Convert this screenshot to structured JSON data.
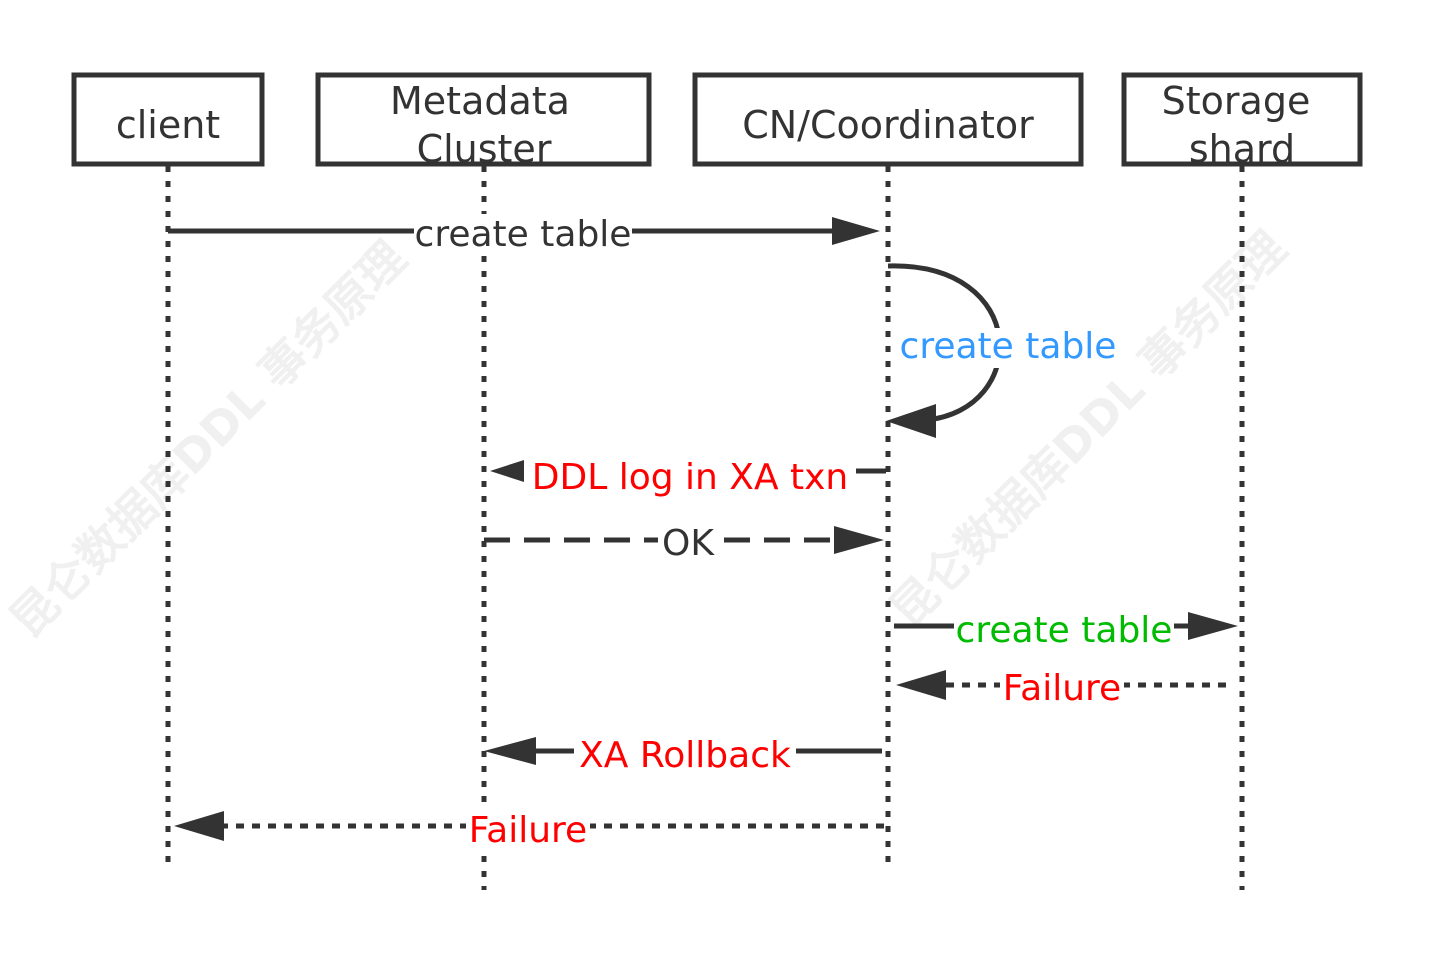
{
  "participants": [
    {
      "id": "client",
      "lines": [
        "client"
      ]
    },
    {
      "id": "meta",
      "lines": [
        "Metadata",
        "Cluster"
      ]
    },
    {
      "id": "cn",
      "lines": [
        "CN/Coordinator"
      ]
    },
    {
      "id": "storage",
      "lines": [
        "Storage",
        "shard"
      ]
    }
  ],
  "watermark": "昆仑数据库DDL 事务原理",
  "messages": [
    {
      "from": "client",
      "to": "cn",
      "label": "create table",
      "color": "#333333",
      "style": "solid"
    },
    {
      "from": "cn",
      "to": "cn",
      "label": "create table",
      "color": "#3399ff",
      "style": "self"
    },
    {
      "from": "cn",
      "to": "meta",
      "label": "DDL log in XA txn",
      "color": "#ff0000",
      "style": "solid"
    },
    {
      "from": "meta",
      "to": "cn",
      "label": "OK",
      "color": "#333333",
      "style": "dashed"
    },
    {
      "from": "cn",
      "to": "storage",
      "label": "create table",
      "color": "#00bb00",
      "style": "solid"
    },
    {
      "from": "storage",
      "to": "cn",
      "label": "Failure",
      "color": "#ff0000",
      "style": "dotted"
    },
    {
      "from": "cn",
      "to": "meta",
      "label": "XA Rollback",
      "color": "#ff0000",
      "style": "solid"
    },
    {
      "from": "cn",
      "to": "client",
      "label": "Failure",
      "color": "#ff0000",
      "style": "dotted"
    }
  ]
}
